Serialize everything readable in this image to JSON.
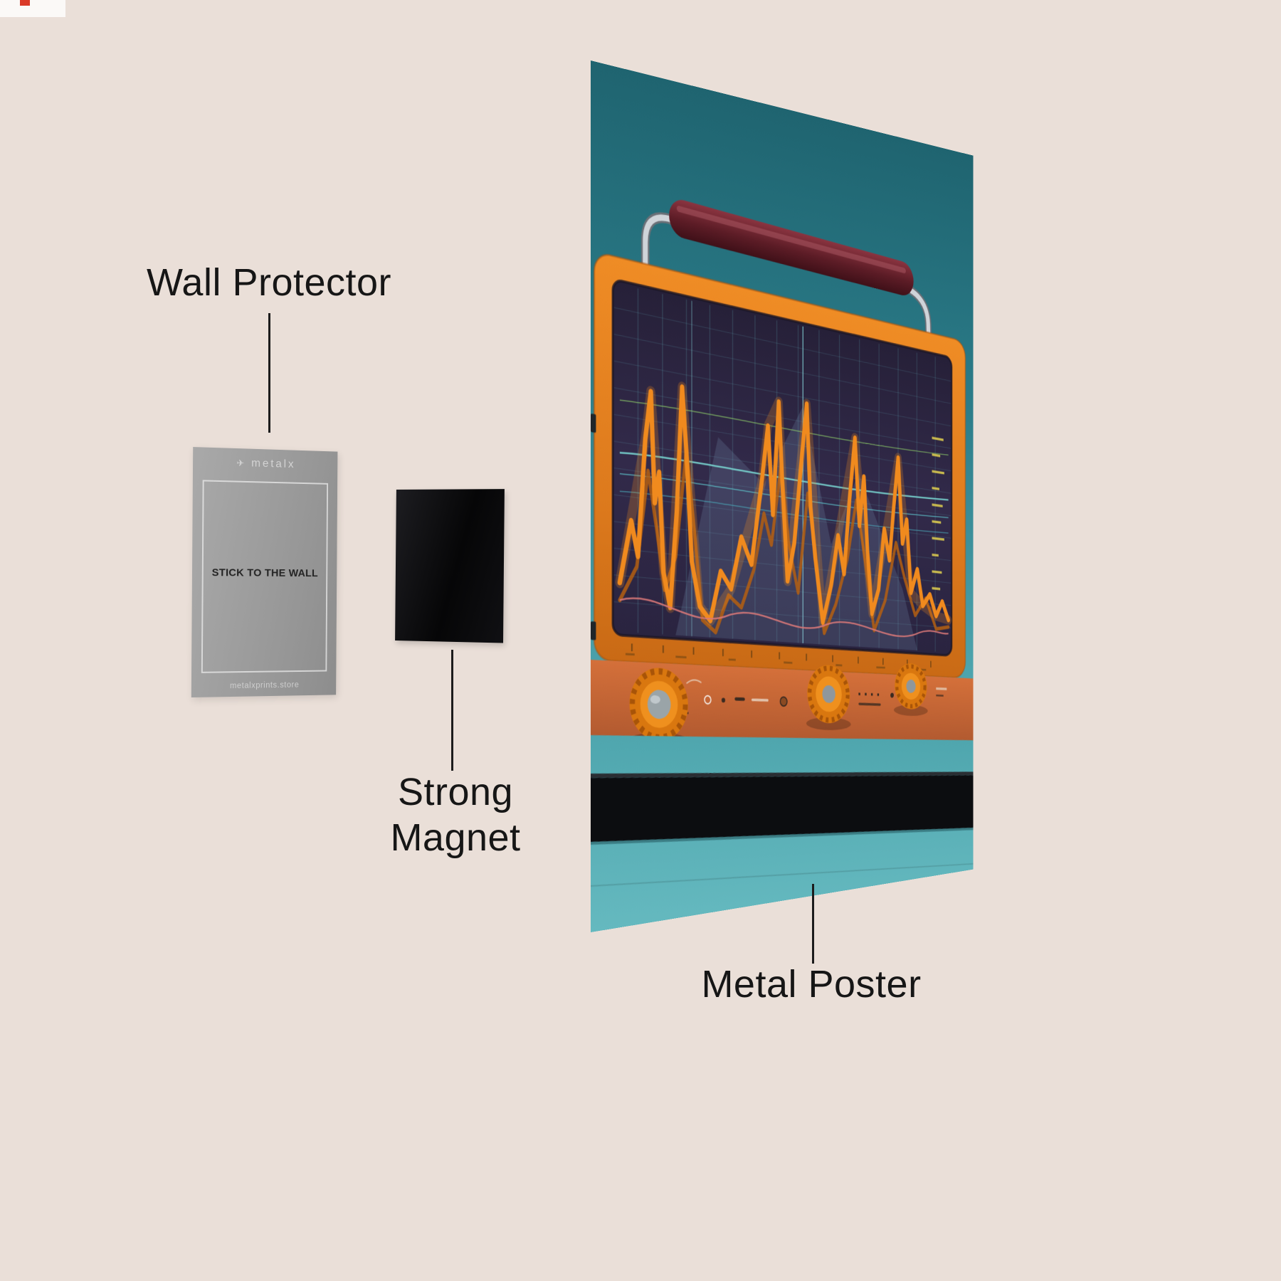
{
  "colors": {
    "background": "#eadfd8",
    "label_text": "#161616",
    "leader_line": "#1c1c1c",
    "card_gray": "#9a9a9a",
    "magnet_black": "#0b0b0d",
    "poster_body_teal": "#4fa6ae",
    "poster_frame_orange": "#e07b22",
    "poster_screen_dark": "#2c2640",
    "poster_wave_orange": "#f08a1e",
    "poster_handle_maroon": "#6e2733",
    "poster_stripe_black": "#0c0d10"
  },
  "labels": {
    "wall_protector": "Wall Protector",
    "strong_magnet_line1": "Strong",
    "strong_magnet_line2": "Magnet",
    "metal_poster": "Metal Poster"
  },
  "wall_protector_card": {
    "brand_icon": "✈",
    "brand": "metalx",
    "instruction": "STICK TO THE WALL",
    "footer": "metalxprints.store"
  }
}
